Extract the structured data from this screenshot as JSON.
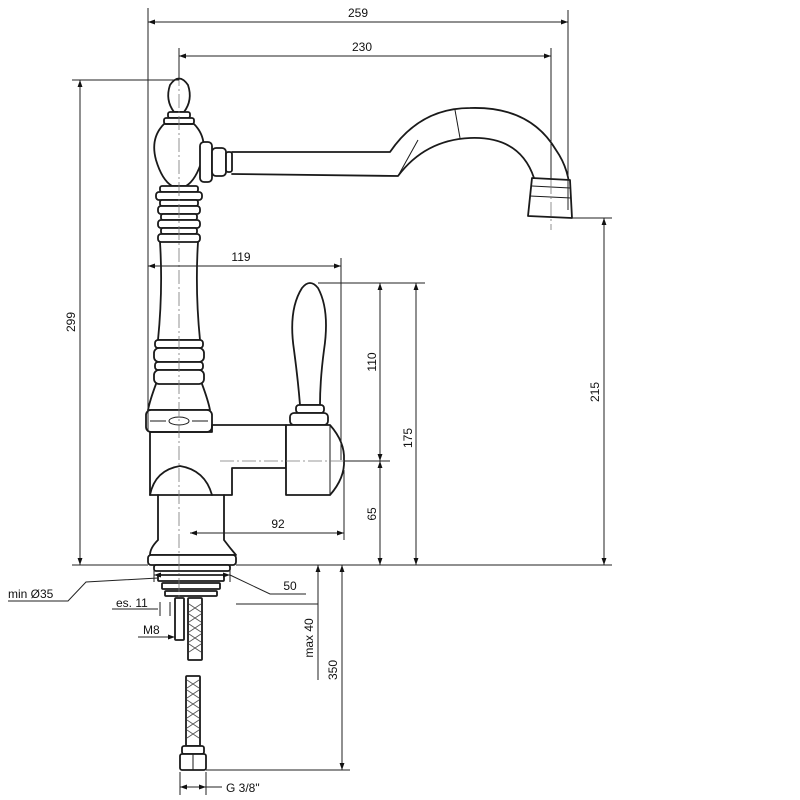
{
  "dimensions": {
    "overall_width": "259",
    "spout_reach": "230",
    "total_height": "299",
    "handle_offset": "119",
    "handle_height": "110",
    "handle_top_height": "175",
    "spout_outlet_height": "215",
    "body_axis_height": "65",
    "body_depth": "92",
    "base_diameter": "50",
    "min_hole": "min Ø35",
    "nut_size": "es. 11",
    "stud_thread": "M8",
    "max_deck": "max 40",
    "hose_length": "350",
    "hose_connection": "G 3/8\""
  }
}
